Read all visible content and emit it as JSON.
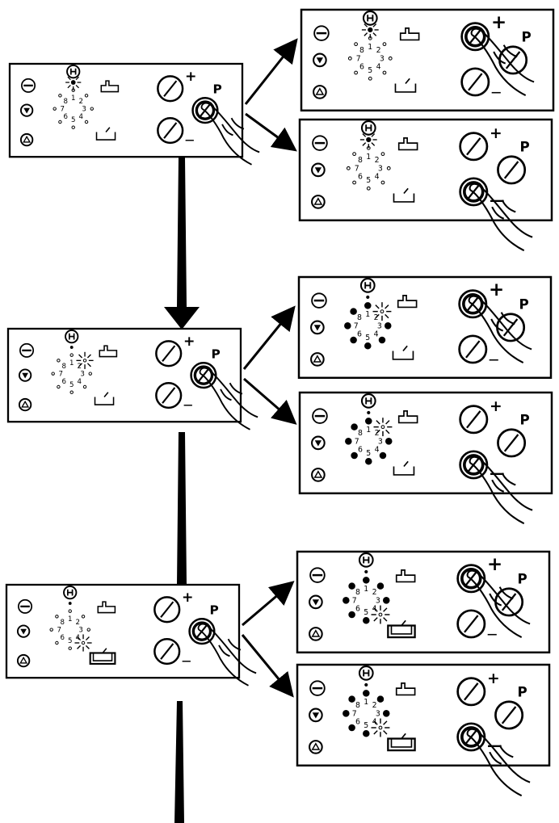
{
  "title": "",
  "button_labels": {
    "plus": "+",
    "minus": "—",
    "program": "P"
  },
  "dial_numbers": [
    "1",
    "2",
    "3",
    "4",
    "5",
    "6",
    "7",
    "8"
  ],
  "icons": [
    "minus-circle-icon",
    "h-circle-icon",
    "down-arrow-circle-icon",
    "up-arrow-circle-icon",
    "glove-icon",
    "cup-icon",
    "hand-pointer-icon",
    "flow-arrow-icon"
  ],
  "colors": {
    "ink": "#000000",
    "paper": "#ffffff"
  },
  "steps": [
    {
      "main": {
        "hl": 0,
        "filled": [],
        "press": "p",
        "cupFrame": false
      },
      "variants": [
        {
          "hl": 0,
          "filled": [],
          "press": "plus",
          "cupFrame": false
        },
        {
          "hl": 0,
          "filled": [],
          "press": "minus",
          "cupFrame": false
        }
      ]
    },
    {
      "main": {
        "hl": 2,
        "filled": [],
        "press": "p",
        "cupFrame": false
      },
      "variants": [
        {
          "hl": 2,
          "filled": [
            3,
            4,
            5,
            6,
            7,
            8,
            1
          ],
          "press": "plus",
          "cupFrame": false
        },
        {
          "hl": 2,
          "filled": [
            3,
            4,
            5,
            6,
            7,
            8,
            1
          ],
          "press": "minus",
          "cupFrame": false
        }
      ]
    },
    {
      "main": {
        "hl": 4,
        "filled": [],
        "press": "p",
        "cupFrame": true
      },
      "variants": [
        {
          "hl": 4,
          "filled": [
            1,
            3,
            5,
            6,
            7,
            8,
            2
          ],
          "press": "plus",
          "cupFrame": true
        },
        {
          "hl": 4,
          "filled": [
            1,
            3,
            5,
            6,
            7,
            8,
            2
          ],
          "press": "minus",
          "cupFrame": true
        }
      ]
    }
  ]
}
